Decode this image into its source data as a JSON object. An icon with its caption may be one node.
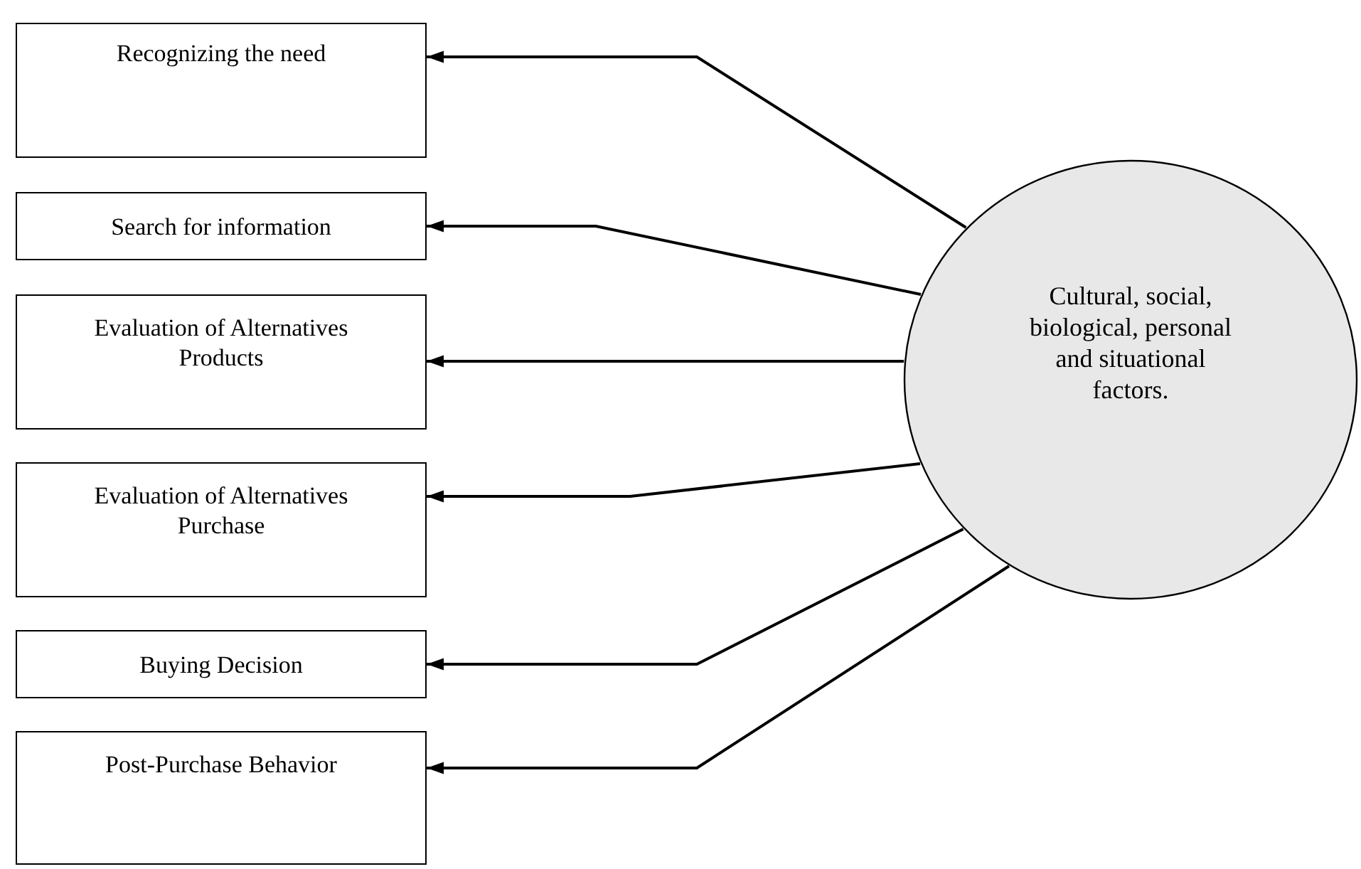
{
  "diagram": {
    "nodes": [
      {
        "text": [
          "Recognizing the need"
        ]
      },
      {
        "text": [
          "Search for information"
        ]
      },
      {
        "text": [
          "Evaluation of Alternatives Products"
        ]
      },
      {
        "text": [
          "Evaluation of Alternatives Purchase"
        ]
      },
      {
        "text": [
          "Buying Decision"
        ]
      },
      {
        "text": [
          "Post-Purchase Behavior"
        ]
      },
      {
        "text": [
          "Cultural, social, biological, personal and situational factors."
        ]
      }
    ],
    "edges": [
      {
        "from": 6,
        "to": 0,
        "arrow": "to"
      },
      {
        "from": 6,
        "to": 1,
        "arrow": "to"
      },
      {
        "from": 6,
        "to": 2,
        "arrow": "to"
      },
      {
        "from": 6,
        "to": 3,
        "arrow": "to"
      },
      {
        "from": 6,
        "to": 4,
        "arrow": "to"
      },
      {
        "from": 6,
        "to": 5,
        "arrow": "to"
      }
    ]
  }
}
